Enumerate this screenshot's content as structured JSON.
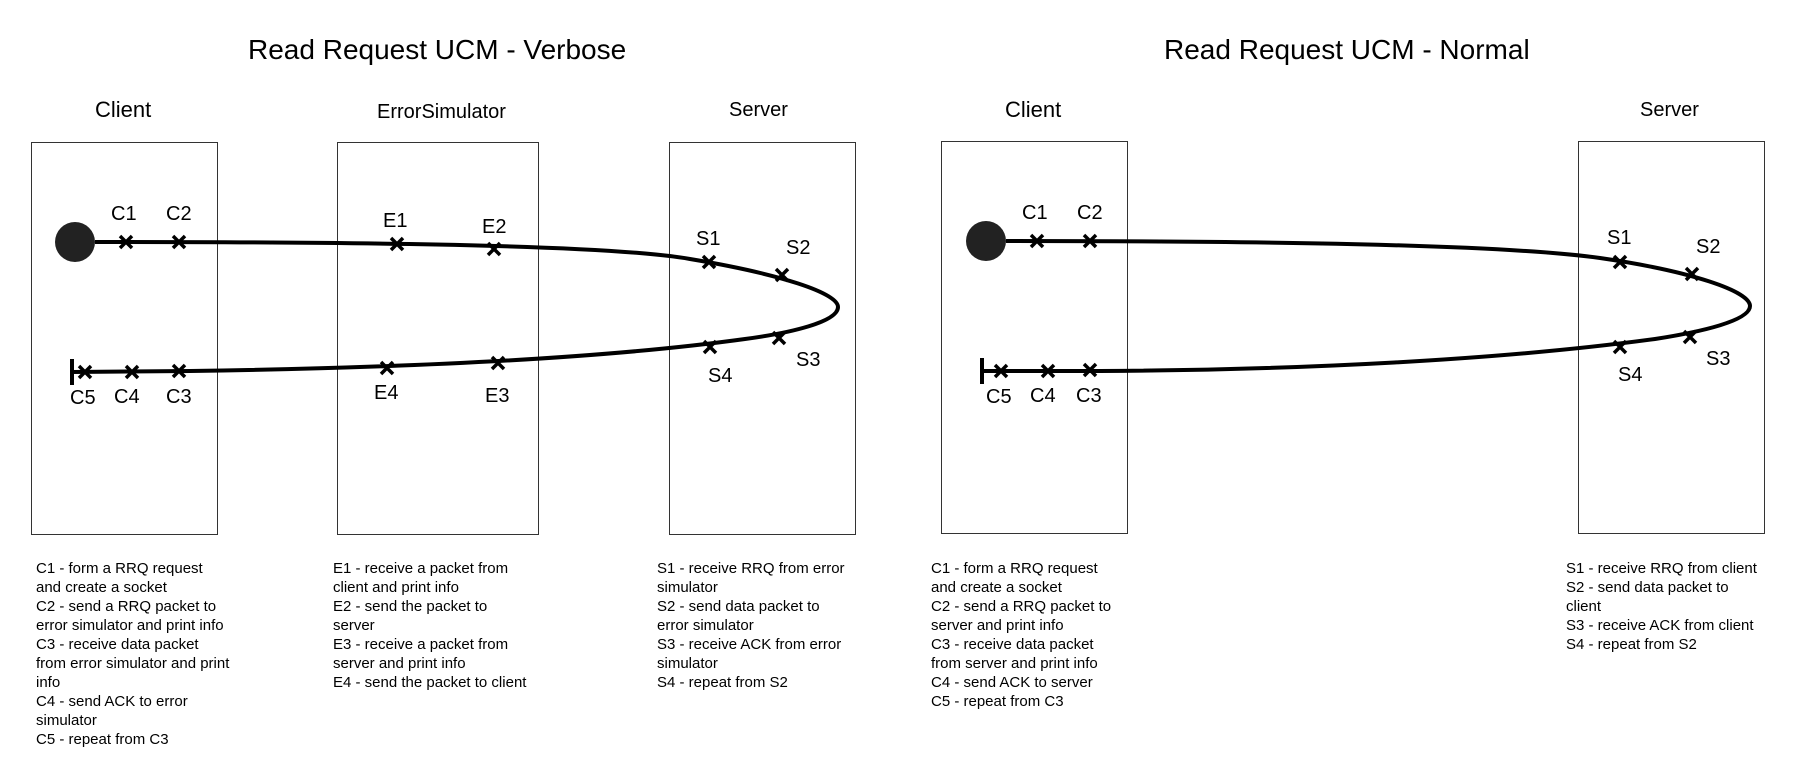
{
  "diagrams": [
    {
      "title": "Read Request UCM - Verbose",
      "lanes": {
        "client": "Client",
        "errorsim": "ErrorSimulator",
        "server": "Server"
      },
      "points": {
        "C1": "C1",
        "C2": "C2",
        "C3": "C3",
        "C4": "C4",
        "C5": "C5",
        "E1": "E1",
        "E2": "E2",
        "E3": "E3",
        "E4": "E4",
        "S1": "S1",
        "S2": "S2",
        "S3": "S3",
        "S4": "S4"
      },
      "legends": {
        "client": [
          "C1 - form a RRQ request",
          "and create a socket",
          "C2 - send a RRQ packet to",
          "error simulator and print info",
          "C3 - receive data packet",
          "from error simulator and print",
          "info",
          "C4 - send ACK to error",
          "simulator",
          "C5 - repeat from C3"
        ],
        "errorsim": [
          "E1 - receive a packet from",
          "client and print info",
          "E2 - send the packet to",
          "server",
          "E3 - receive a packet from",
          "server and print info",
          "E4 - send the packet to client"
        ],
        "server": [
          "S1 - receive RRQ from error",
          "simulator",
          "S2 - send data packet to",
          "error simulator",
          "S3 - receive ACK from error",
          "simulator",
          "S4 - repeat from S2"
        ]
      }
    },
    {
      "title": "Read Request UCM - Normal",
      "lanes": {
        "client": "Client",
        "server": "Server"
      },
      "points": {
        "C1": "C1",
        "C2": "C2",
        "C3": "C3",
        "C4": "C4",
        "C5": "C5",
        "S1": "S1",
        "S2": "S2",
        "S3": "S3",
        "S4": "S4"
      },
      "legends": {
        "client": [
          "C1 - form a RRQ request",
          "and create a socket",
          "C2 - send a RRQ packet to",
          "server and print info",
          "C3 - receive data packet",
          "from server and print info",
          "C4 - send ACK to server",
          "C5 - repeat from C3"
        ],
        "server": [
          "S1 - receive RRQ from client",
          "S2 - send data packet to",
          "client",
          "S3 - receive ACK from client",
          "S4 - repeat from S2"
        ]
      }
    }
  ]
}
